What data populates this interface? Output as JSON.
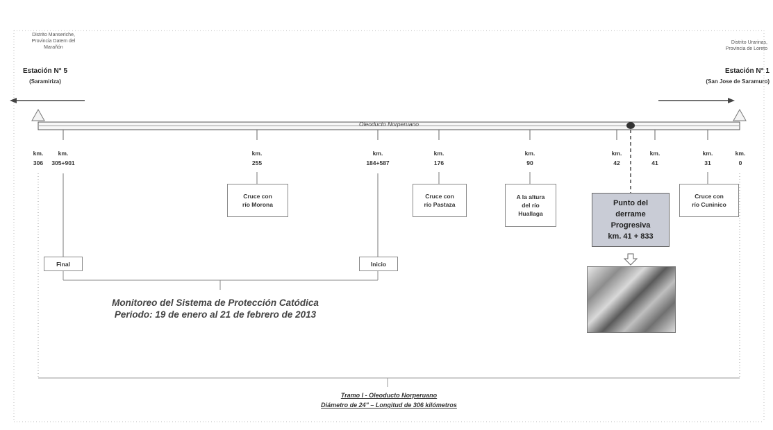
{
  "left_station": {
    "location_lines": [
      "Distrito Manseriche,",
      "Provincia Datem del",
      "Marañón"
    ],
    "name": "Estación N° 5",
    "subname": "(Saramiriza)"
  },
  "right_station": {
    "location_lines": [
      "Distrito Urarinas,",
      "Provincia de Loreto"
    ],
    "name": "Estación N° 1",
    "subname": "(San Jose de Saramuro)"
  },
  "pipeline_label": "Oleoducto Norperuano",
  "km_marks": [
    {
      "id": "306",
      "top": "km.",
      "bottom": "306"
    },
    {
      "id": "305901",
      "top": "km.",
      "bottom": "305+901"
    },
    {
      "id": "255",
      "top": "km.",
      "bottom": "255"
    },
    {
      "id": "184587",
      "top": "km.",
      "bottom": "184+587"
    },
    {
      "id": "176",
      "top": "km.",
      "bottom": "176"
    },
    {
      "id": "90",
      "top": "km.",
      "bottom": "90"
    },
    {
      "id": "42",
      "top": "km.",
      "bottom": "42"
    },
    {
      "id": "41",
      "top": "km.",
      "bottom": "41"
    },
    {
      "id": "31",
      "top": "km.",
      "bottom": "31"
    },
    {
      "id": "0",
      "top": "km.",
      "bottom": "0"
    }
  ],
  "boxes": {
    "morona": [
      "Cruce con",
      "río Morona"
    ],
    "pastaza": [
      "Cruce con",
      "río Pastaza"
    ],
    "huallaga": [
      "A la altura",
      "del río",
      "Huallaga"
    ],
    "cuninico": [
      "Cruce con",
      "río Cuninico"
    ],
    "final": "Final",
    "inicio": "Inicio"
  },
  "spill": [
    "Punto del",
    "derrame",
    "Progresiva",
    "km. 41 + 833"
  ],
  "monitoring": {
    "line1": "Monitoreo del Sistema de Protección Catódica",
    "line2": "Periodo: 19 de enero al 21 de febrero de 2013"
  },
  "tramo": {
    "line1": "Tramo I - Oleoducto Norperuano",
    "line2": "Diámetro de 24\" – Longitud de 306 kilómetros"
  },
  "colors": {
    "pipe": "#555555",
    "box_border": "#888888",
    "spill_fill": "#c9ccd6",
    "bracket": "#888888"
  }
}
